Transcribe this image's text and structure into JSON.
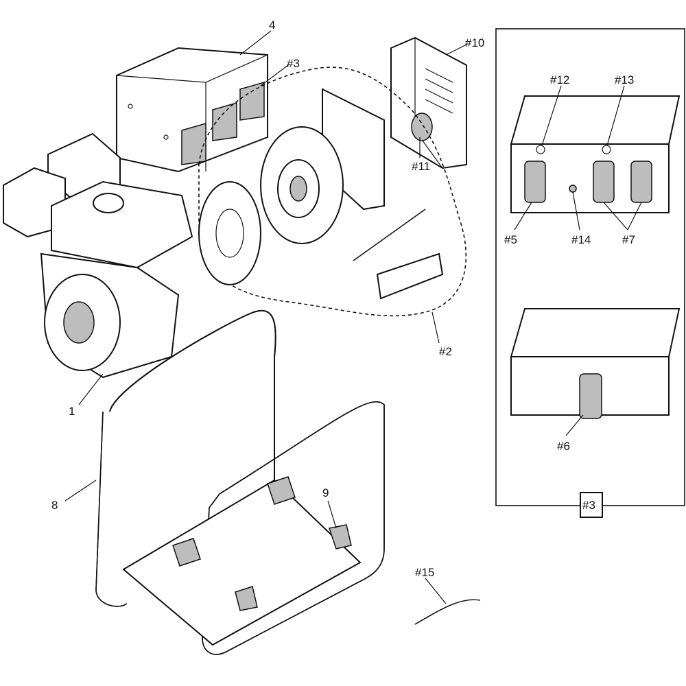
{
  "title": "Generator exploded parts diagram",
  "labels": {
    "engine": "1",
    "alternator_group": "#2",
    "socket_box_ref": "#3",
    "socket_box": "4",
    "socket_5": "#5",
    "socket_6": "#6",
    "sockets_7": "#7",
    "frame": "8",
    "mounts": "9",
    "alt_cover": "#10",
    "alt_part_11": "#11",
    "part_12": "#12",
    "part_13": "#13",
    "part_14": "#14",
    "ground_cable": "#15",
    "inset_caption": "#3"
  }
}
